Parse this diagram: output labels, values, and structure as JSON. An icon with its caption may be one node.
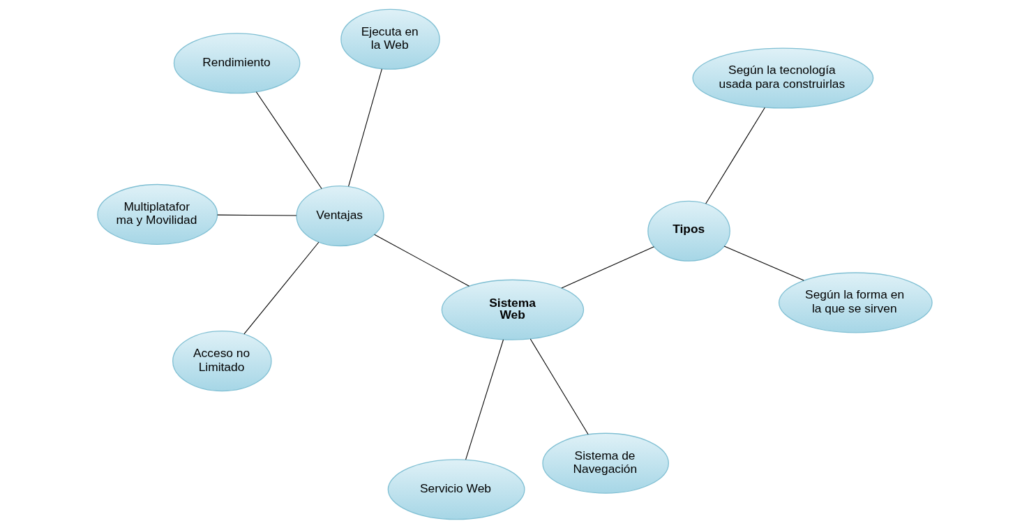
{
  "diagram": {
    "nodes": [
      {
        "text": [
          "Sistema Web"
        ]
      },
      {
        "text": [
          "Tipos"
        ]
      },
      {
        "text": [
          "Según la forma en la que se sirven"
        ]
      },
      {
        "text": [
          "Según la tecnología usada para construirlas"
        ]
      },
      {
        "text": [
          "Ventajas"
        ]
      },
      {
        "text": [
          "Rendimiento"
        ]
      },
      {
        "text": [
          "Multiplatafor ma y Movilidad"
        ]
      },
      {
        "text": [
          "Ejecuta en la Web"
        ]
      },
      {
        "text": [
          "Acceso no Limitado"
        ]
      },
      {
        "text": [
          "Sistema de Navegación"
        ]
      },
      {
        "text": [
          "Servicio Web"
        ]
      }
    ],
    "edges": [
      {
        "from": 0,
        "to": 1,
        "arrow": "none"
      },
      {
        "from": 1,
        "to": 2,
        "arrow": "none"
      },
      {
        "from": 1,
        "to": 3,
        "arrow": "none"
      },
      {
        "from": 0,
        "to": 4,
        "arrow": "none"
      },
      {
        "from": 4,
        "to": 5,
        "arrow": "none"
      },
      {
        "from": 4,
        "to": 6,
        "arrow": "none"
      },
      {
        "from": 4,
        "to": 7,
        "arrow": "none"
      },
      {
        "from": 4,
        "to": 8,
        "arrow": "none"
      },
      {
        "from": 0,
        "to": 9,
        "arrow": "none"
      },
      {
        "from": 0,
        "to": 10,
        "arrow": "none"
      }
    ]
  }
}
